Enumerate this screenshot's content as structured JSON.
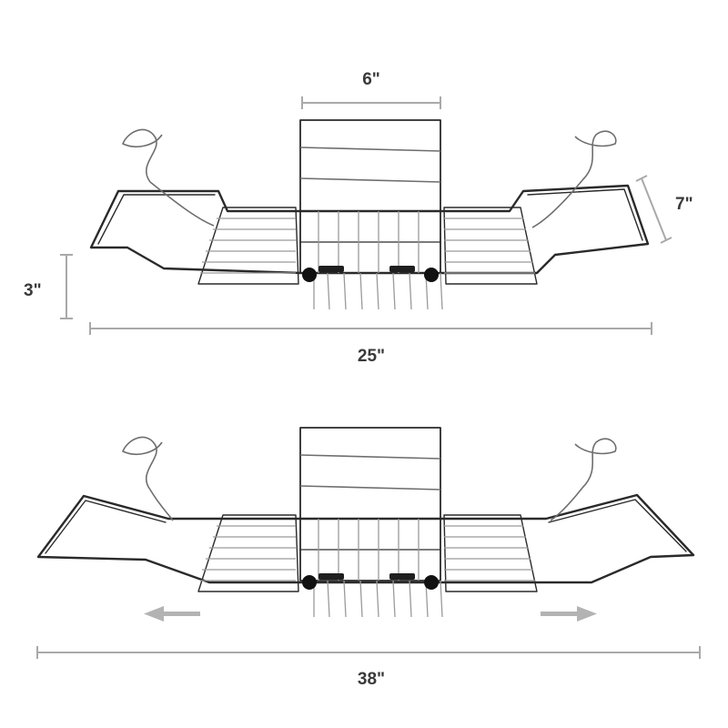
{
  "diagram": {
    "top": {
      "width_label": "25\"",
      "height_label": "3\"",
      "depth_label": "7\"",
      "center_label": "6\""
    },
    "bottom": {
      "width_label": "38\""
    }
  },
  "colors": {
    "dimension_line": "#a9a9a9",
    "label": "#3a3a3a",
    "frame": "#2a2a2a",
    "arrow": "#b3b3b3"
  }
}
